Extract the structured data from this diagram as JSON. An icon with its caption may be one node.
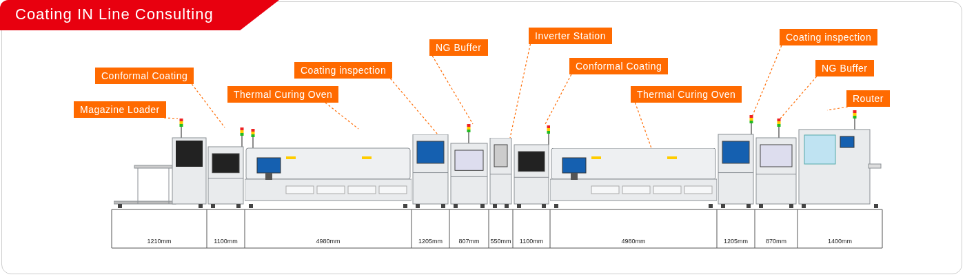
{
  "diagram": {
    "title": "Coating IN Line Consulting",
    "nodes": [
      {
        "text": [
          "Magazine Loader"
        ]
      },
      {
        "text": [
          "Conformal Coating"
        ]
      },
      {
        "text": [
          "Thermal Curing Oven"
        ]
      },
      {
        "text": [
          "Coating inspection"
        ]
      },
      {
        "text": [
          "NG Buffer"
        ]
      },
      {
        "text": [
          "Inverter Station"
        ]
      },
      {
        "text": [
          "Conformal Coating"
        ]
      },
      {
        "text": [
          "Thermal Curing Oven"
        ]
      },
      {
        "text": [
          "Coating inspection"
        ]
      },
      {
        "text": [
          "NG Buffer"
        ]
      },
      {
        "text": [
          "Router"
        ]
      },
      {
        "text": [],
        "shape": "picture"
      },
      {
        "text": [],
        "shape": "picture"
      },
      {
        "text": [],
        "shape": "picture"
      },
      {
        "text": [],
        "shape": "picture"
      },
      {
        "text": [],
        "shape": "picture"
      },
      {
        "text": [],
        "shape": "picture"
      },
      {
        "text": [],
        "shape": "picture"
      },
      {
        "text": [],
        "shape": "picture"
      },
      {
        "text": [],
        "shape": "picture"
      },
      {
        "text": [],
        "shape": "picture"
      },
      {
        "text": [],
        "shape": "picture"
      }
    ],
    "edges": [
      {
        "from": 0,
        "to": 11,
        "arrow": "none",
        "style": "dashed"
      },
      {
        "from": 1,
        "to": 12,
        "arrow": "none",
        "style": "dashed"
      },
      {
        "from": 2,
        "to": 13,
        "arrow": "none",
        "style": "dashed"
      },
      {
        "from": 3,
        "to": 14,
        "arrow": "none",
        "style": "dashed"
      },
      {
        "from": 4,
        "to": 15,
        "arrow": "none",
        "style": "dashed"
      },
      {
        "from": 5,
        "to": 16,
        "arrow": "none",
        "style": "dashed"
      },
      {
        "from": 6,
        "to": 17,
        "arrow": "none",
        "style": "dashed"
      },
      {
        "from": 7,
        "to": 18,
        "arrow": "none",
        "style": "dashed"
      },
      {
        "from": 8,
        "to": 19,
        "arrow": "none",
        "style": "dashed"
      },
      {
        "from": 9,
        "to": 20,
        "arrow": "none",
        "style": "dashed"
      },
      {
        "from": 10,
        "to": 21,
        "arrow": "none",
        "style": "dashed"
      }
    ],
    "labels": [
      "1210mm",
      "1100mm",
      "4980mm",
      "1205mm",
      "807mm",
      "550mm",
      "1100mm",
      "4980mm",
      "1205mm",
      "870mm",
      "1400mm"
    ]
  }
}
